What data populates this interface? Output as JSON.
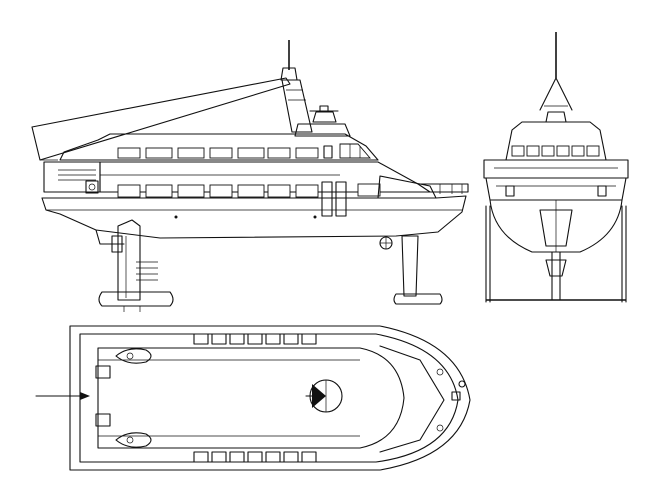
{
  "drawing": {
    "subject": "",
    "views": [
      {
        "id": "side-elevation"
      },
      {
        "id": "front-elevation"
      },
      {
        "id": "plan-view"
      }
    ],
    "colors": {
      "line": "#111111",
      "background": "#ffffff"
    },
    "labels": []
  }
}
